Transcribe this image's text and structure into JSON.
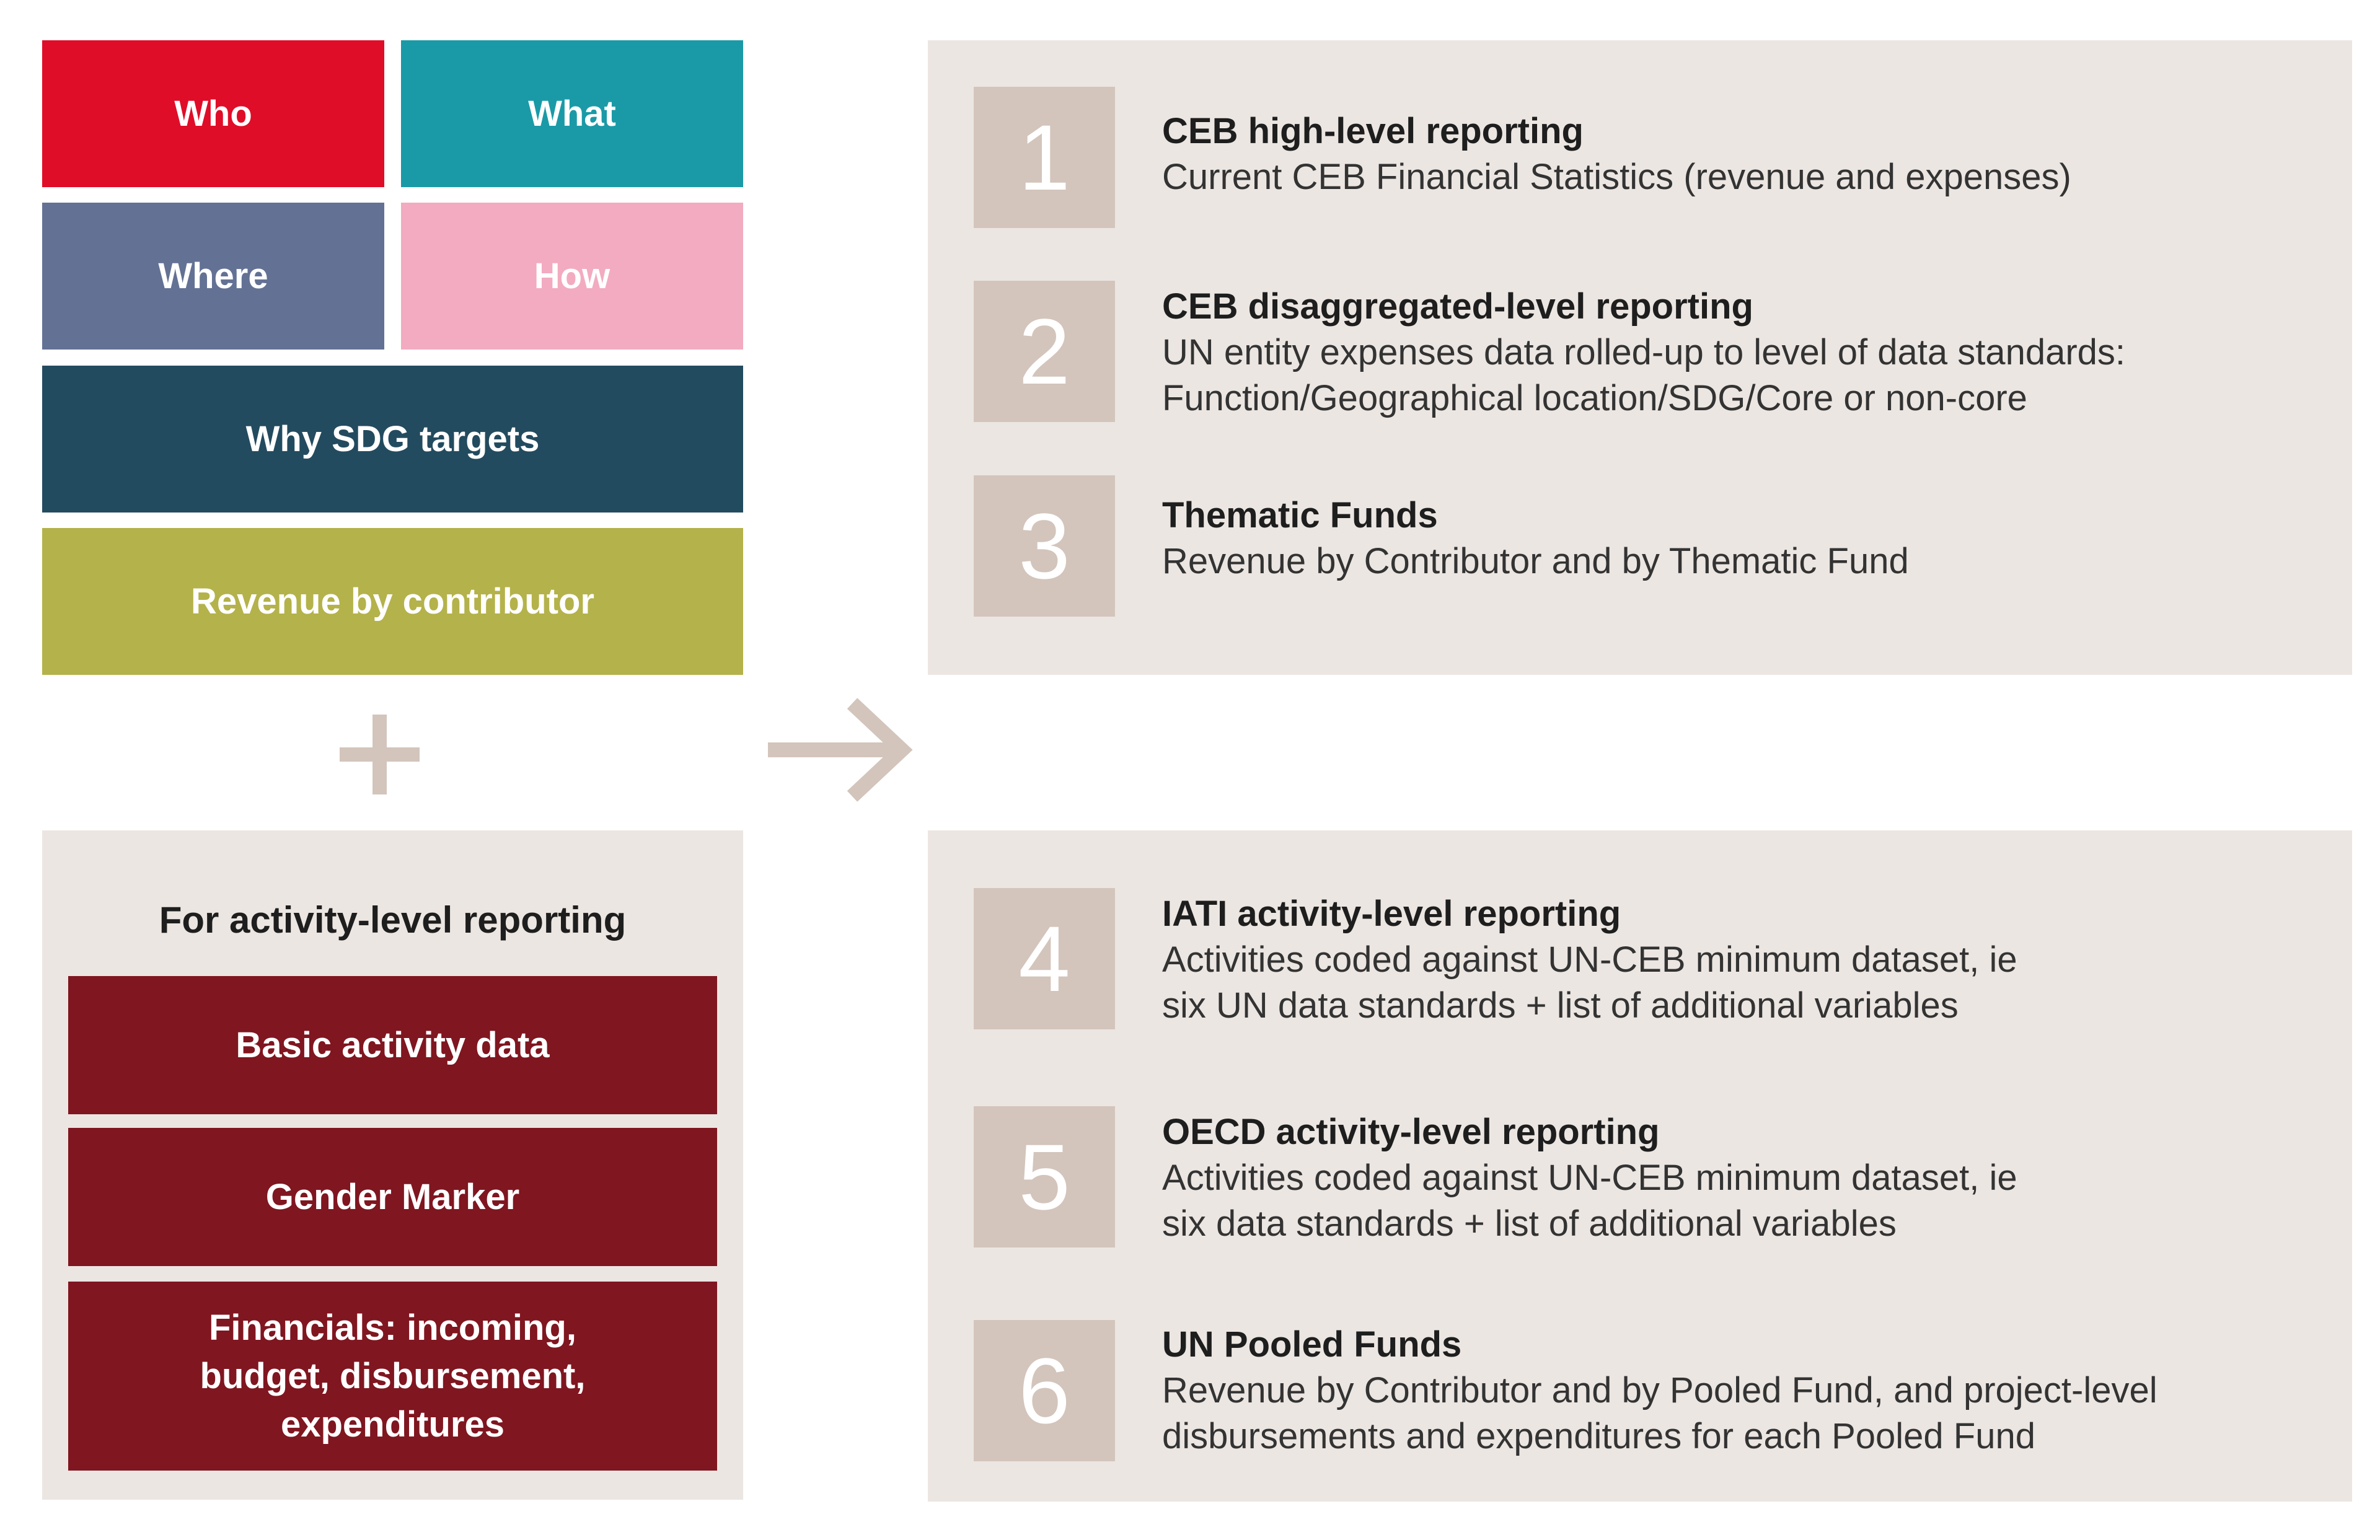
{
  "colors": {
    "who": "#e00d28",
    "what": "#1a9aa7",
    "where": "#637194",
    "how": "#f2abc0",
    "why": "#234b5f",
    "revenue": "#b4b24a",
    "activity_tile": "#7f1620",
    "panel": "#ece6e2",
    "number_box": "#d3c5bc",
    "connector": "#d3c5bc"
  },
  "tiles": {
    "who": "Who",
    "what": "What",
    "where": "Where",
    "how": "How",
    "why": "Why SDG targets",
    "revenue": "Revenue by contributor"
  },
  "activity": {
    "heading": "For activity-level reporting",
    "items": [
      "Basic activity data",
      "Gender Marker",
      "Financials: incoming,\nbudget, disbursement,\nexpenditures"
    ]
  },
  "reporting_top": [
    {
      "number": "1",
      "title": "CEB high-level reporting",
      "description": "Current CEB Financial Statistics (revenue and expenses)"
    },
    {
      "number": "2",
      "title": "CEB disaggregated-level reporting",
      "description": "UN entity expenses data rolled-up to level of data standards:\nFunction/Geographical location/SDG/Core or non-core"
    },
    {
      "number": "3",
      "title": "Thematic Funds",
      "description": "Revenue by Contributor and by Thematic Fund"
    }
  ],
  "reporting_bottom": [
    {
      "number": "4",
      "title": "IATI activity-level reporting",
      "description": "Activities coded against UN-CEB minimum dataset, ie\nsix UN data standards + list of additional variables"
    },
    {
      "number": "5",
      "title": "OECD activity-level reporting",
      "description": "Activities coded against UN-CEB minimum dataset, ie\nsix data standards + list of additional variables"
    },
    {
      "number": "6",
      "title": "UN Pooled Funds",
      "description": "Revenue by Contributor and by Pooled Fund, and project-level\ndisbursements and expenditures for each Pooled Fund"
    }
  ]
}
